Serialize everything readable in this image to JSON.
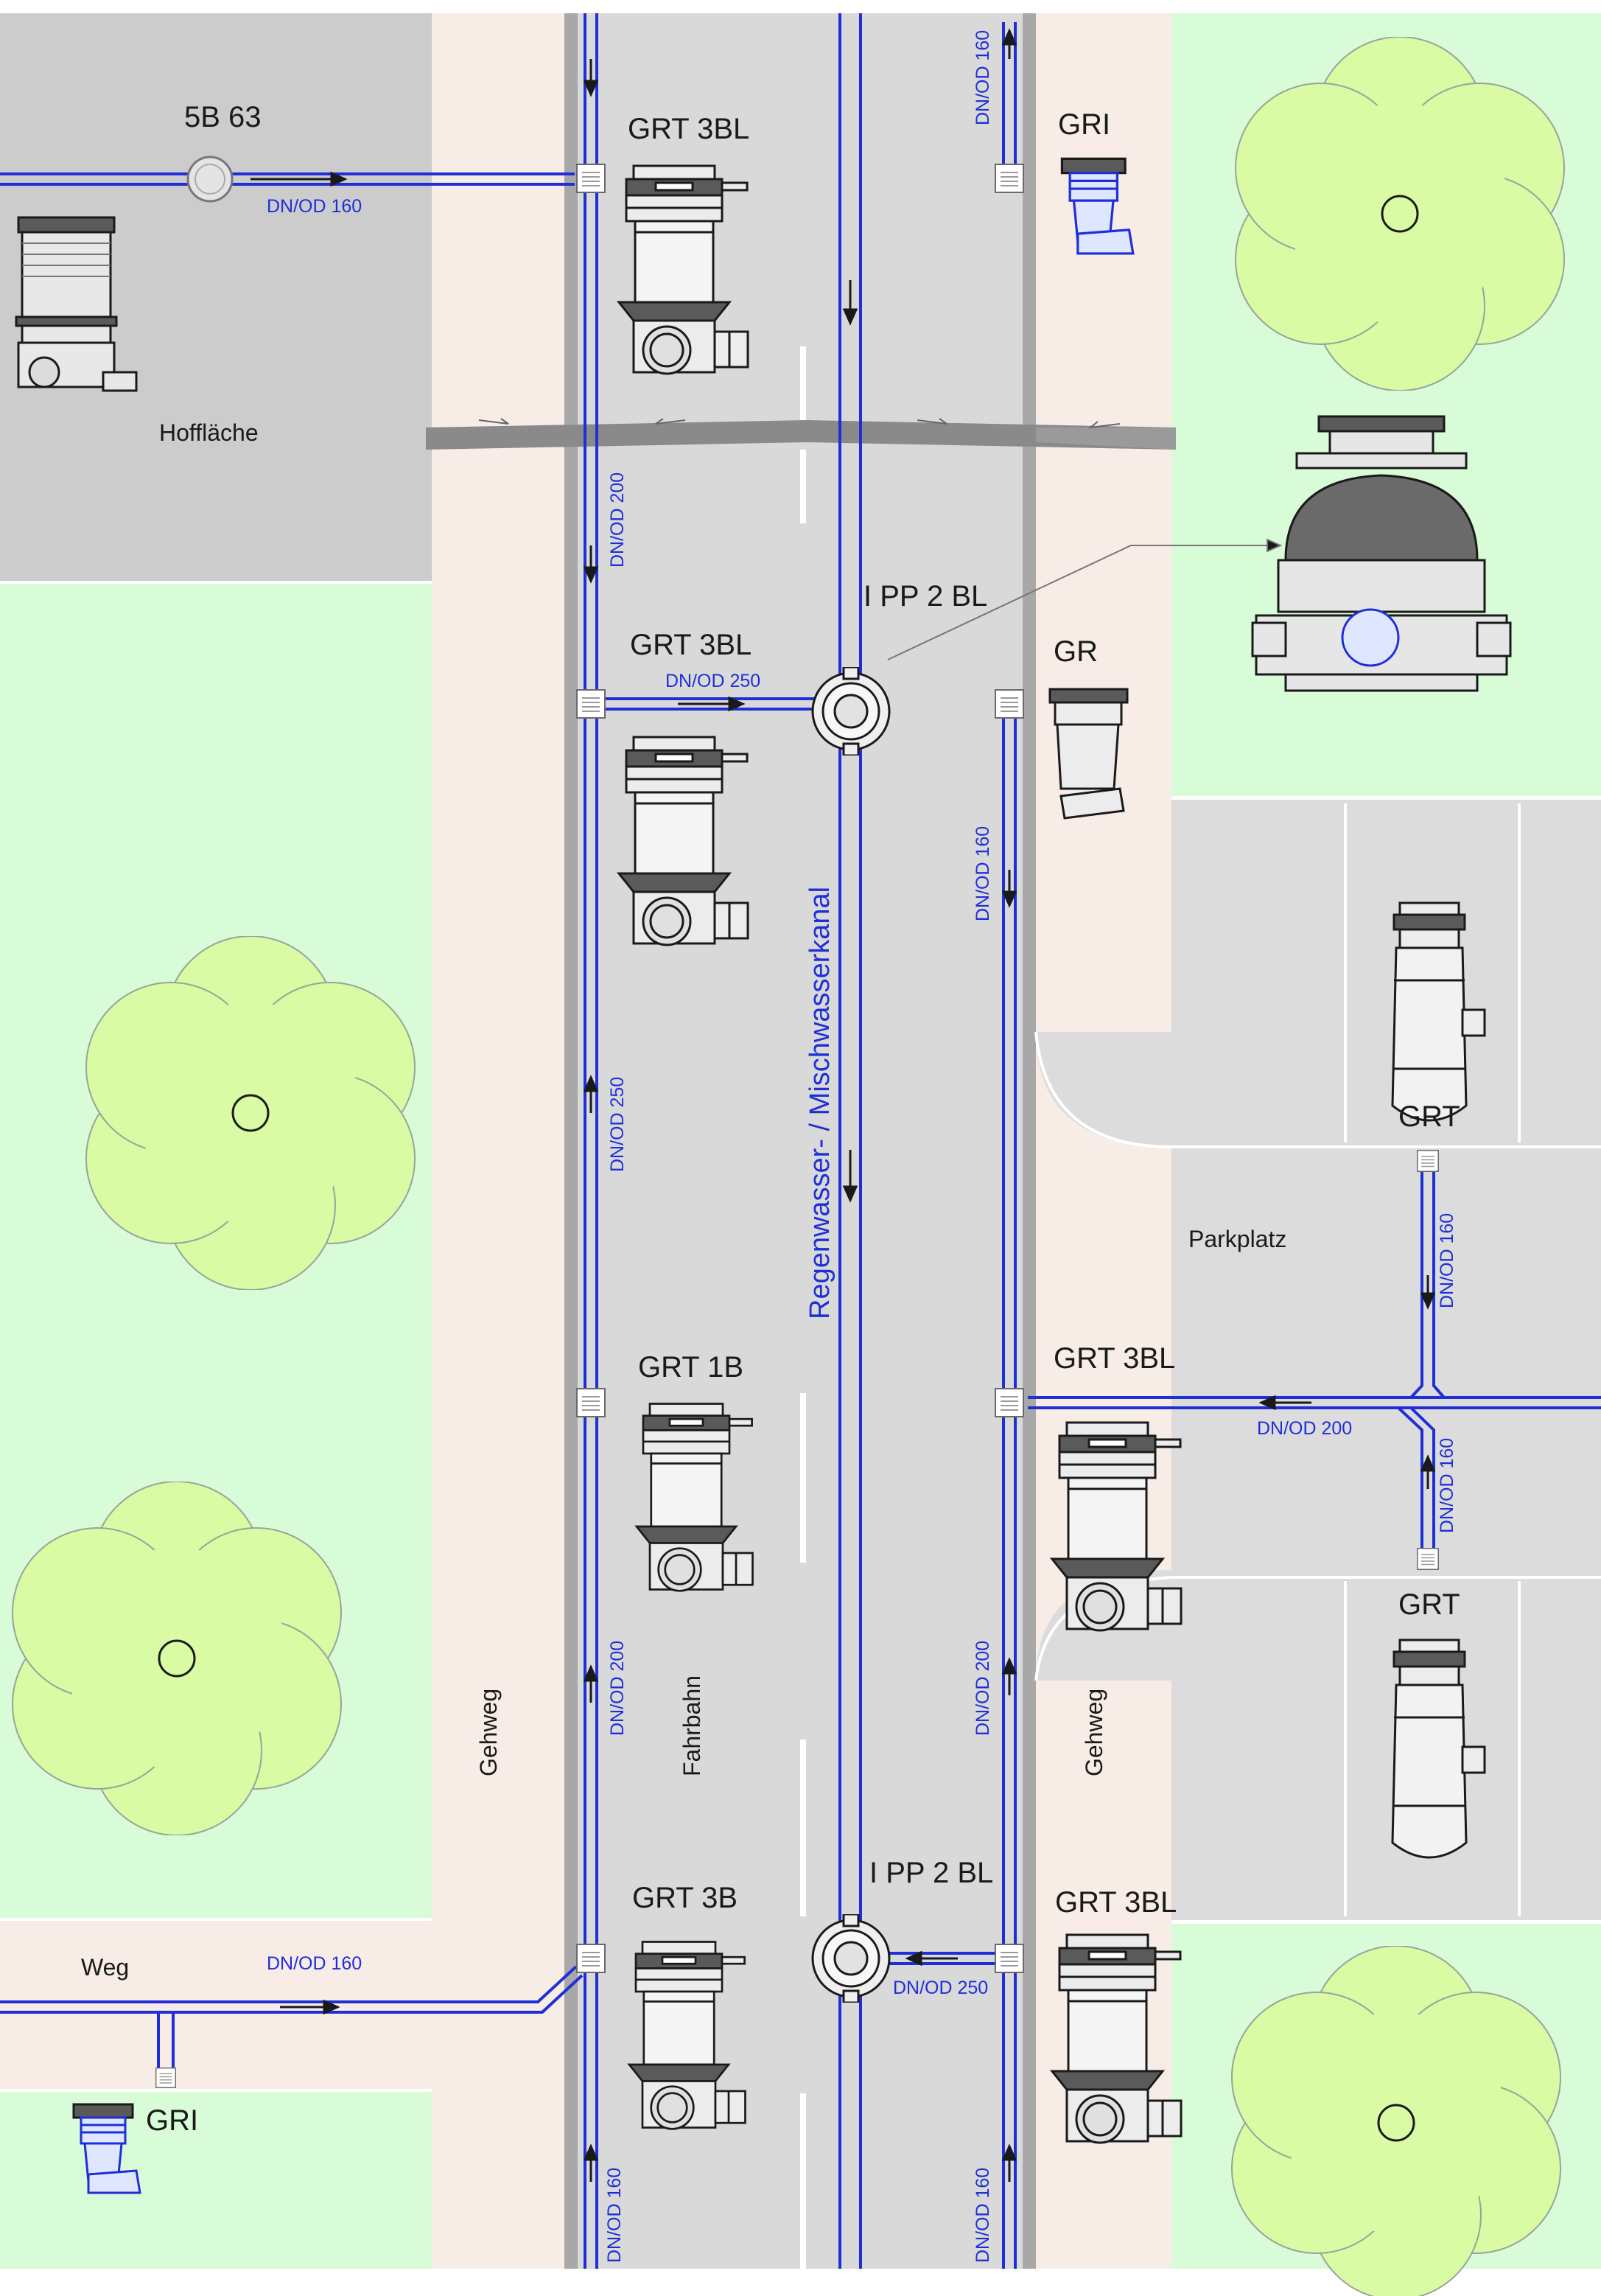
{
  "colors": {
    "grass": "#d8fbd8",
    "tree": "#d8fba4",
    "sidewalk": "#f7ece6",
    "road": "#d9d9d9",
    "yard": "#cccccc",
    "parking": "#dcdcdc",
    "curb": "#a8a8a8",
    "pipe": "#1f2fd8",
    "drawing": "#1a1a1a"
  },
  "labels": {
    "shaft_5b63": "5B 63",
    "grt3bl_top": "GRT 3BL",
    "gri_top": "GRI",
    "hofflaeche": "Hoffläche",
    "ipp2bl_top": "I PP 2 BL",
    "grt3bl_mid": "GRT 3BL",
    "gr": "GR",
    "grt_parking_top": "GRT",
    "parkplatz": "Parkplatz",
    "grt1b": "GRT 1B",
    "grt3bl_right": "GRT 3BL",
    "grt_parking_bottom": "GRT",
    "gehweg_left": "Gehweg",
    "fahrbahn": "Fahrbahn",
    "gehweg_right": "Gehweg",
    "ipp2bl_bottom": "I PP 2 BL",
    "grt3b": "GRT 3B",
    "grt3bl_bottom": "GRT 3BL",
    "weg": "Weg",
    "gri_bottom": "GRI",
    "main_channel": "Regenwasser- / Mischwasserkanal"
  },
  "pipes": {
    "dn160_yard": "DN/OD 160",
    "dn160_top_right": "DN/OD 160",
    "dn200_left_upper": "DN/OD 200",
    "dn250_cross_upper": "DN/OD 250",
    "dn160_right_upper": "DN/OD 160",
    "dn250_left_mid": "DN/OD 250",
    "dn160_parking": "DN/OD 160",
    "dn200_parking": "DN/OD 200",
    "dn160_parking_lower": "DN/OD 160",
    "dn200_left_lower": "DN/OD 200",
    "dn200_right_lower": "DN/OD 200",
    "dn160_weg": "DN/OD 160",
    "dn250_cross_lower": "DN/OD 250",
    "dn160_left_bottom": "DN/OD 160",
    "dn160_right_bottom": "DN/OD 160"
  }
}
